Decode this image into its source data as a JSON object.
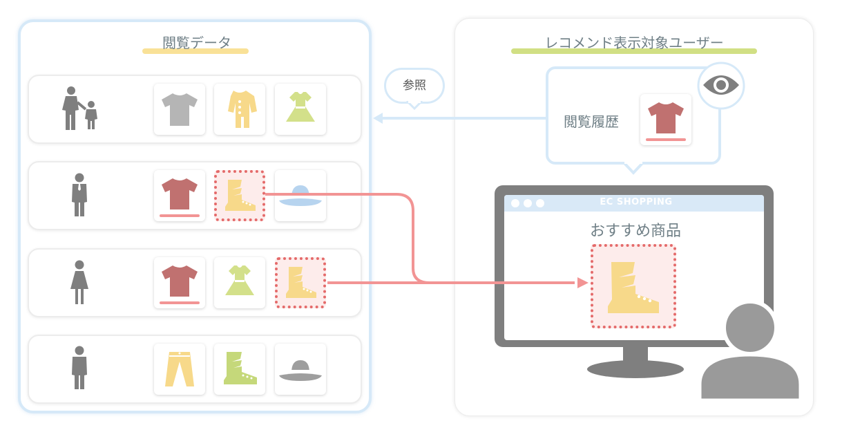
{
  "left_panel": {
    "title": "閲覧データ",
    "title_bar_color": "#f9e197",
    "rows": [
      {
        "person": "parent-with-child",
        "items": [
          "shirt-gray",
          "baby-romper-yellow",
          "dress-green"
        ],
        "selected": -1
      },
      {
        "person": "man-in-suit",
        "items": [
          "shirt-red",
          "boot-yellow",
          "hat-blue"
        ],
        "selected": 1
      },
      {
        "person": "woman",
        "items": [
          "shirt-red",
          "dress-green",
          "boot-yellow"
        ],
        "selected": 2
      },
      {
        "person": "person",
        "items": [
          "pants-yellow",
          "boot-green",
          "hat-gray"
        ],
        "selected": -1
      }
    ]
  },
  "reference_label": "参照",
  "right_panel": {
    "title": "レコメンド表示対象ユーザー",
    "title_bar_color": "#d1df84",
    "history_label": "閲覧履歴",
    "history_item": "shirt-red",
    "eye_icon": "eye-icon",
    "browser_title": "EC SHOPPING",
    "recommend_title": "おすすめ商品",
    "recommend_item": "boot-yellow",
    "user_icon": "user-icon"
  },
  "colors": {
    "panel_border": "#d6e9f8",
    "link_line": "#f29494",
    "selected_border": "#e46a6a",
    "person_gray": "#7f7f7f"
  }
}
